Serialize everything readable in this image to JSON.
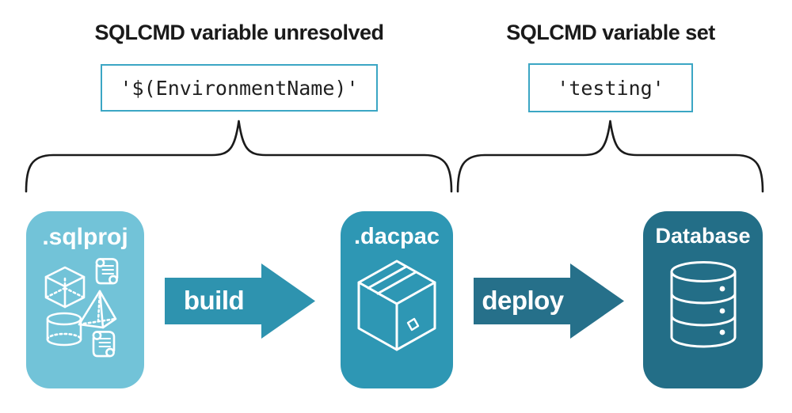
{
  "annotations": {
    "unresolved": {
      "heading": "SQLCMD variable unresolved",
      "value": "'$(EnvironmentName)'"
    },
    "set": {
      "heading": "SQLCMD variable set",
      "value": "'testing'"
    }
  },
  "pipeline": {
    "stages": [
      {
        "label": ".sqlproj",
        "icon": "sql-project-objects-icon",
        "color": "#72C3D8"
      },
      {
        "label": ".dacpac",
        "icon": "package-box-icon",
        "color": "#2E97B4"
      },
      {
        "label": "Database",
        "icon": "database-cylinder-icon",
        "color": "#236E87"
      }
    ],
    "arrows": [
      {
        "label": "build",
        "color": "#2E93AF"
      },
      {
        "label": "deploy",
        "color": "#26708A"
      }
    ]
  },
  "colors": {
    "annotation_border": "#3BA6C4",
    "brace_stroke": "#1B1B1B",
    "heading_text": "#1A1A1A",
    "icon_stroke": "#FFFFFF",
    "background": "#FFFFFF"
  }
}
